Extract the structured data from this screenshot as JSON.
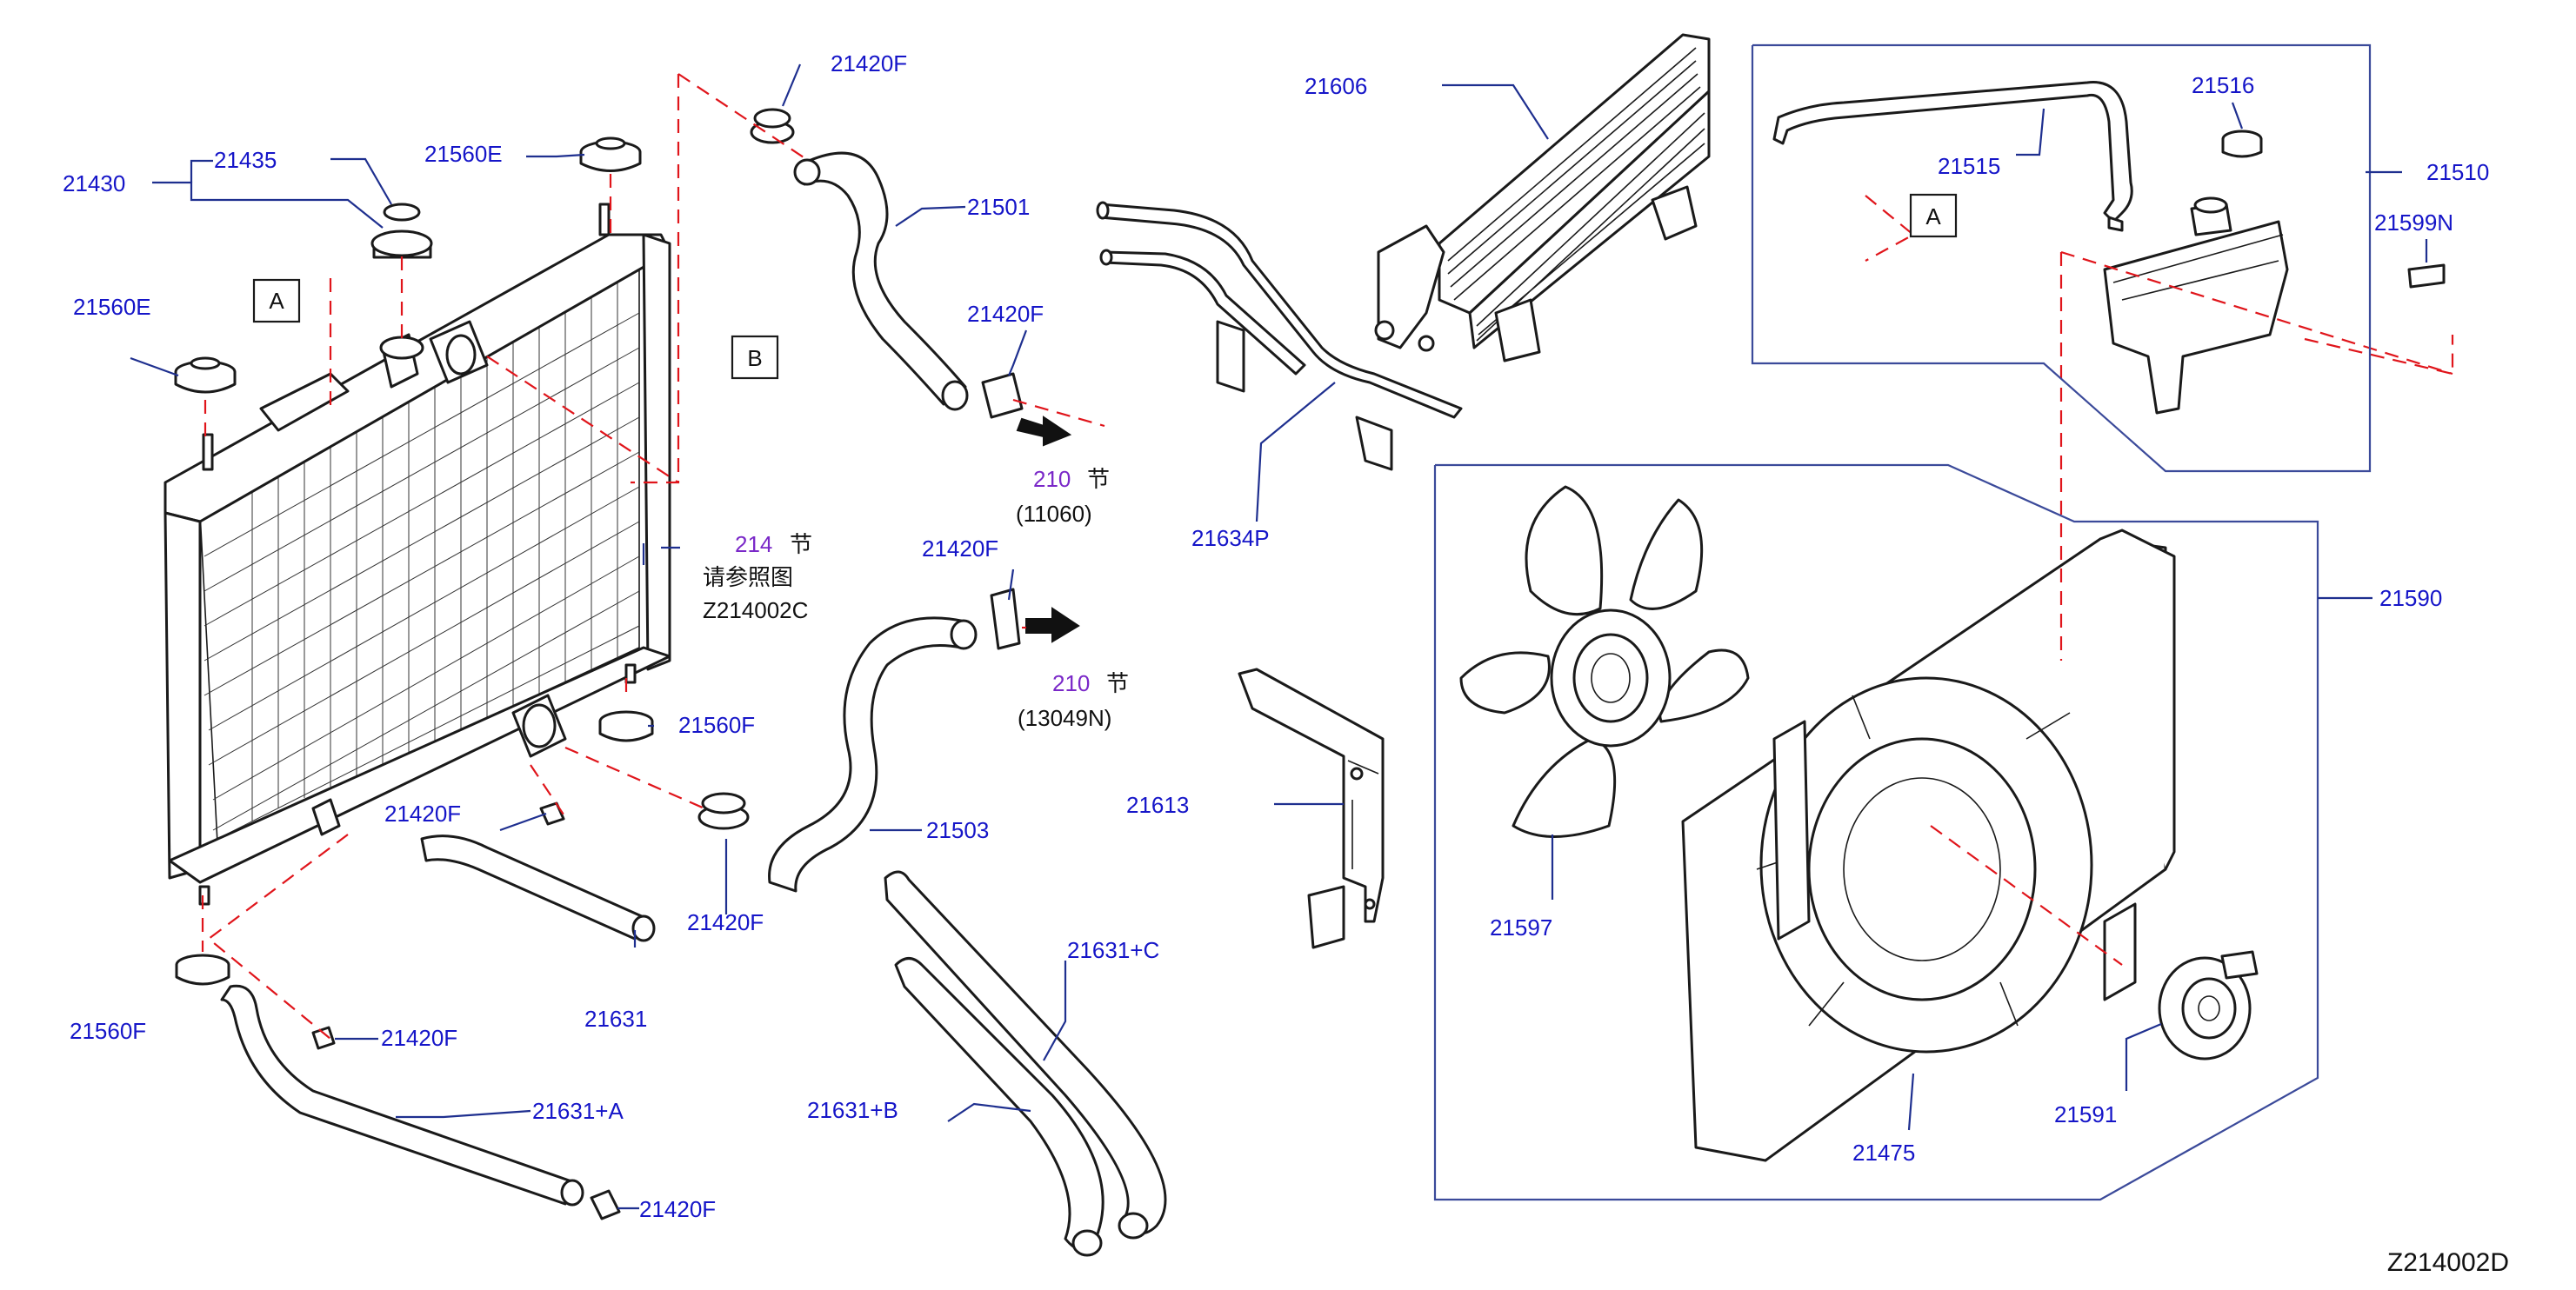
{
  "diagram_id": "Z214002D",
  "section_refs": [
    {
      "id": "ref-214",
      "number": "214",
      "char": "节",
      "line2": "请参照图",
      "line3": "Z214002C"
    },
    {
      "id": "ref-210-a",
      "number": "210",
      "char": "节",
      "line2": "(11060)"
    },
    {
      "id": "ref-210-b",
      "number": "210",
      "char": "节",
      "line2": "(13049N)"
    }
  ],
  "boxes": {
    "a1": "A",
    "a2": "A",
    "b": "B"
  },
  "callouts": {
    "p21430": "21430",
    "p21435": "21435",
    "p21560e_top": "21560E",
    "p21560e_left": "21560E",
    "p21560f_mid": "21560F",
    "p21560f_bot": "21560F",
    "p21420f_top": "21420F",
    "p21420f_hose": "21420F",
    "p21420f_mid": "21420F",
    "p21420f_clamp": "21420F",
    "p21420f_left": "21420F",
    "p21420f_low": "21420F",
    "p21420f_bottom": "21420F",
    "p21501": "21501",
    "p21503": "21503",
    "p21631": "21631",
    "p21631a": "21631+A",
    "p21631b": "21631+B",
    "p21631c": "21631+C",
    "p21606": "21606",
    "p21634p": "21634P",
    "p21613": "21613",
    "p21510": "21510",
    "p21515": "21515",
    "p21516": "21516",
    "p21599n": "21599N",
    "p21590": "21590",
    "p21597": "21597",
    "p21475": "21475",
    "p21591": "21591"
  }
}
